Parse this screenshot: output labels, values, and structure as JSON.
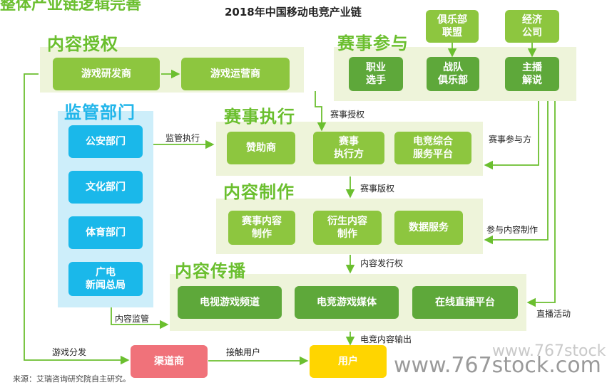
{
  "top_cut_text": "整体产业链逻辑完善",
  "title": "2018年中国移动电竞产业链",
  "sections": {
    "content_auth": "内容授权",
    "event_participation": "赛事参与",
    "regulation": "监管部门",
    "event_execution": "赛事执行",
    "content_production": "内容制作",
    "content_distribution": "内容传播"
  },
  "boxes": {
    "club_alliance": "俱乐部\n联盟",
    "brokerage": "经济\n公司",
    "game_dev": "游戏研发商",
    "game_operator": "游戏运营商",
    "pro_player": "职业\n选手",
    "team_club": "战队\n俱乐部",
    "host_commentary": "主播\n解说",
    "public_security": "公安部门",
    "culture_dept": "文化部门",
    "sports_dept": "体育部门",
    "sarft": "广电\n新闻总局",
    "sponsor": "赞助商",
    "event_executor": "赛事\n执行方",
    "esports_platform": "电竞综合\n服务平台",
    "event_content": "赛事内容\n制作",
    "derivative_content": "衍生内容\n制作",
    "data_service": "数据服务",
    "tv_channel": "电视游戏频道",
    "esports_media": "电竞游戏媒体",
    "live_platform": "在线直播平台",
    "channel_dealer": "渠道商",
    "user": "用户"
  },
  "labels": {
    "event_authorization": "赛事授权",
    "supervision": "监管执行",
    "event_participant": "赛事参与方",
    "event_copyright": "赛事版权",
    "participate_content": "参与内容制作",
    "content_publish": "内容发行权",
    "live_activity": "直播活动",
    "content_supervision": "内容监管",
    "esports_output": "电竞内容输出",
    "game_distribution": "游戏分发",
    "contact_user": "接触用户"
  },
  "source": "来源：艾瑞咨询研究院自主研究。",
  "watermark": {
    "small": "www.767stock",
    "large": "www.767stock.com"
  },
  "colors": {
    "green_light": "#8dc63f",
    "green_dark": "#5ea83a",
    "blue": "#1ab8ea",
    "pink": "#f0727a",
    "yellow": "#ffd500",
    "region_green": "#eef4da",
    "region_blue": "#cdeefa"
  }
}
